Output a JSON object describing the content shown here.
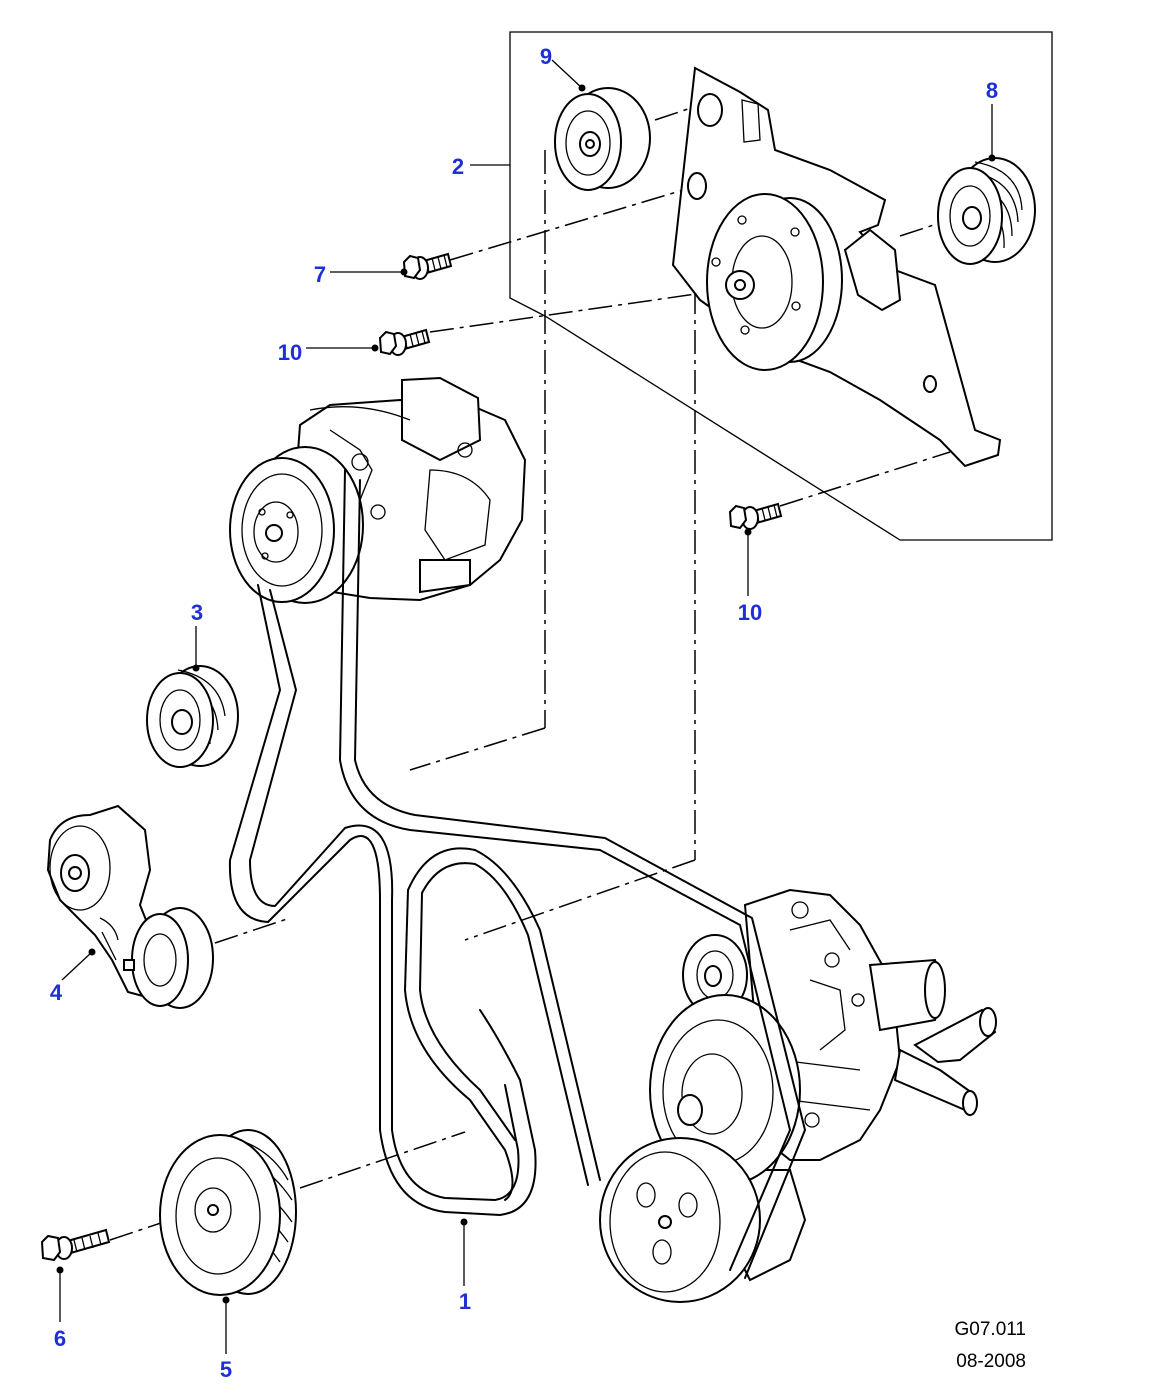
{
  "diagram": {
    "reference_code": "G07.011",
    "date": "08-2008",
    "callouts": {
      "c1": "1",
      "c2": "2",
      "c3": "3",
      "c4": "4",
      "c5": "5",
      "c6": "6",
      "c7": "7",
      "c8": "8",
      "c9": "9",
      "c10a": "10",
      "c10b": "10"
    },
    "colors": {
      "callout": "#1f2fd6",
      "line": "#000000",
      "background": "#ffffff"
    }
  }
}
